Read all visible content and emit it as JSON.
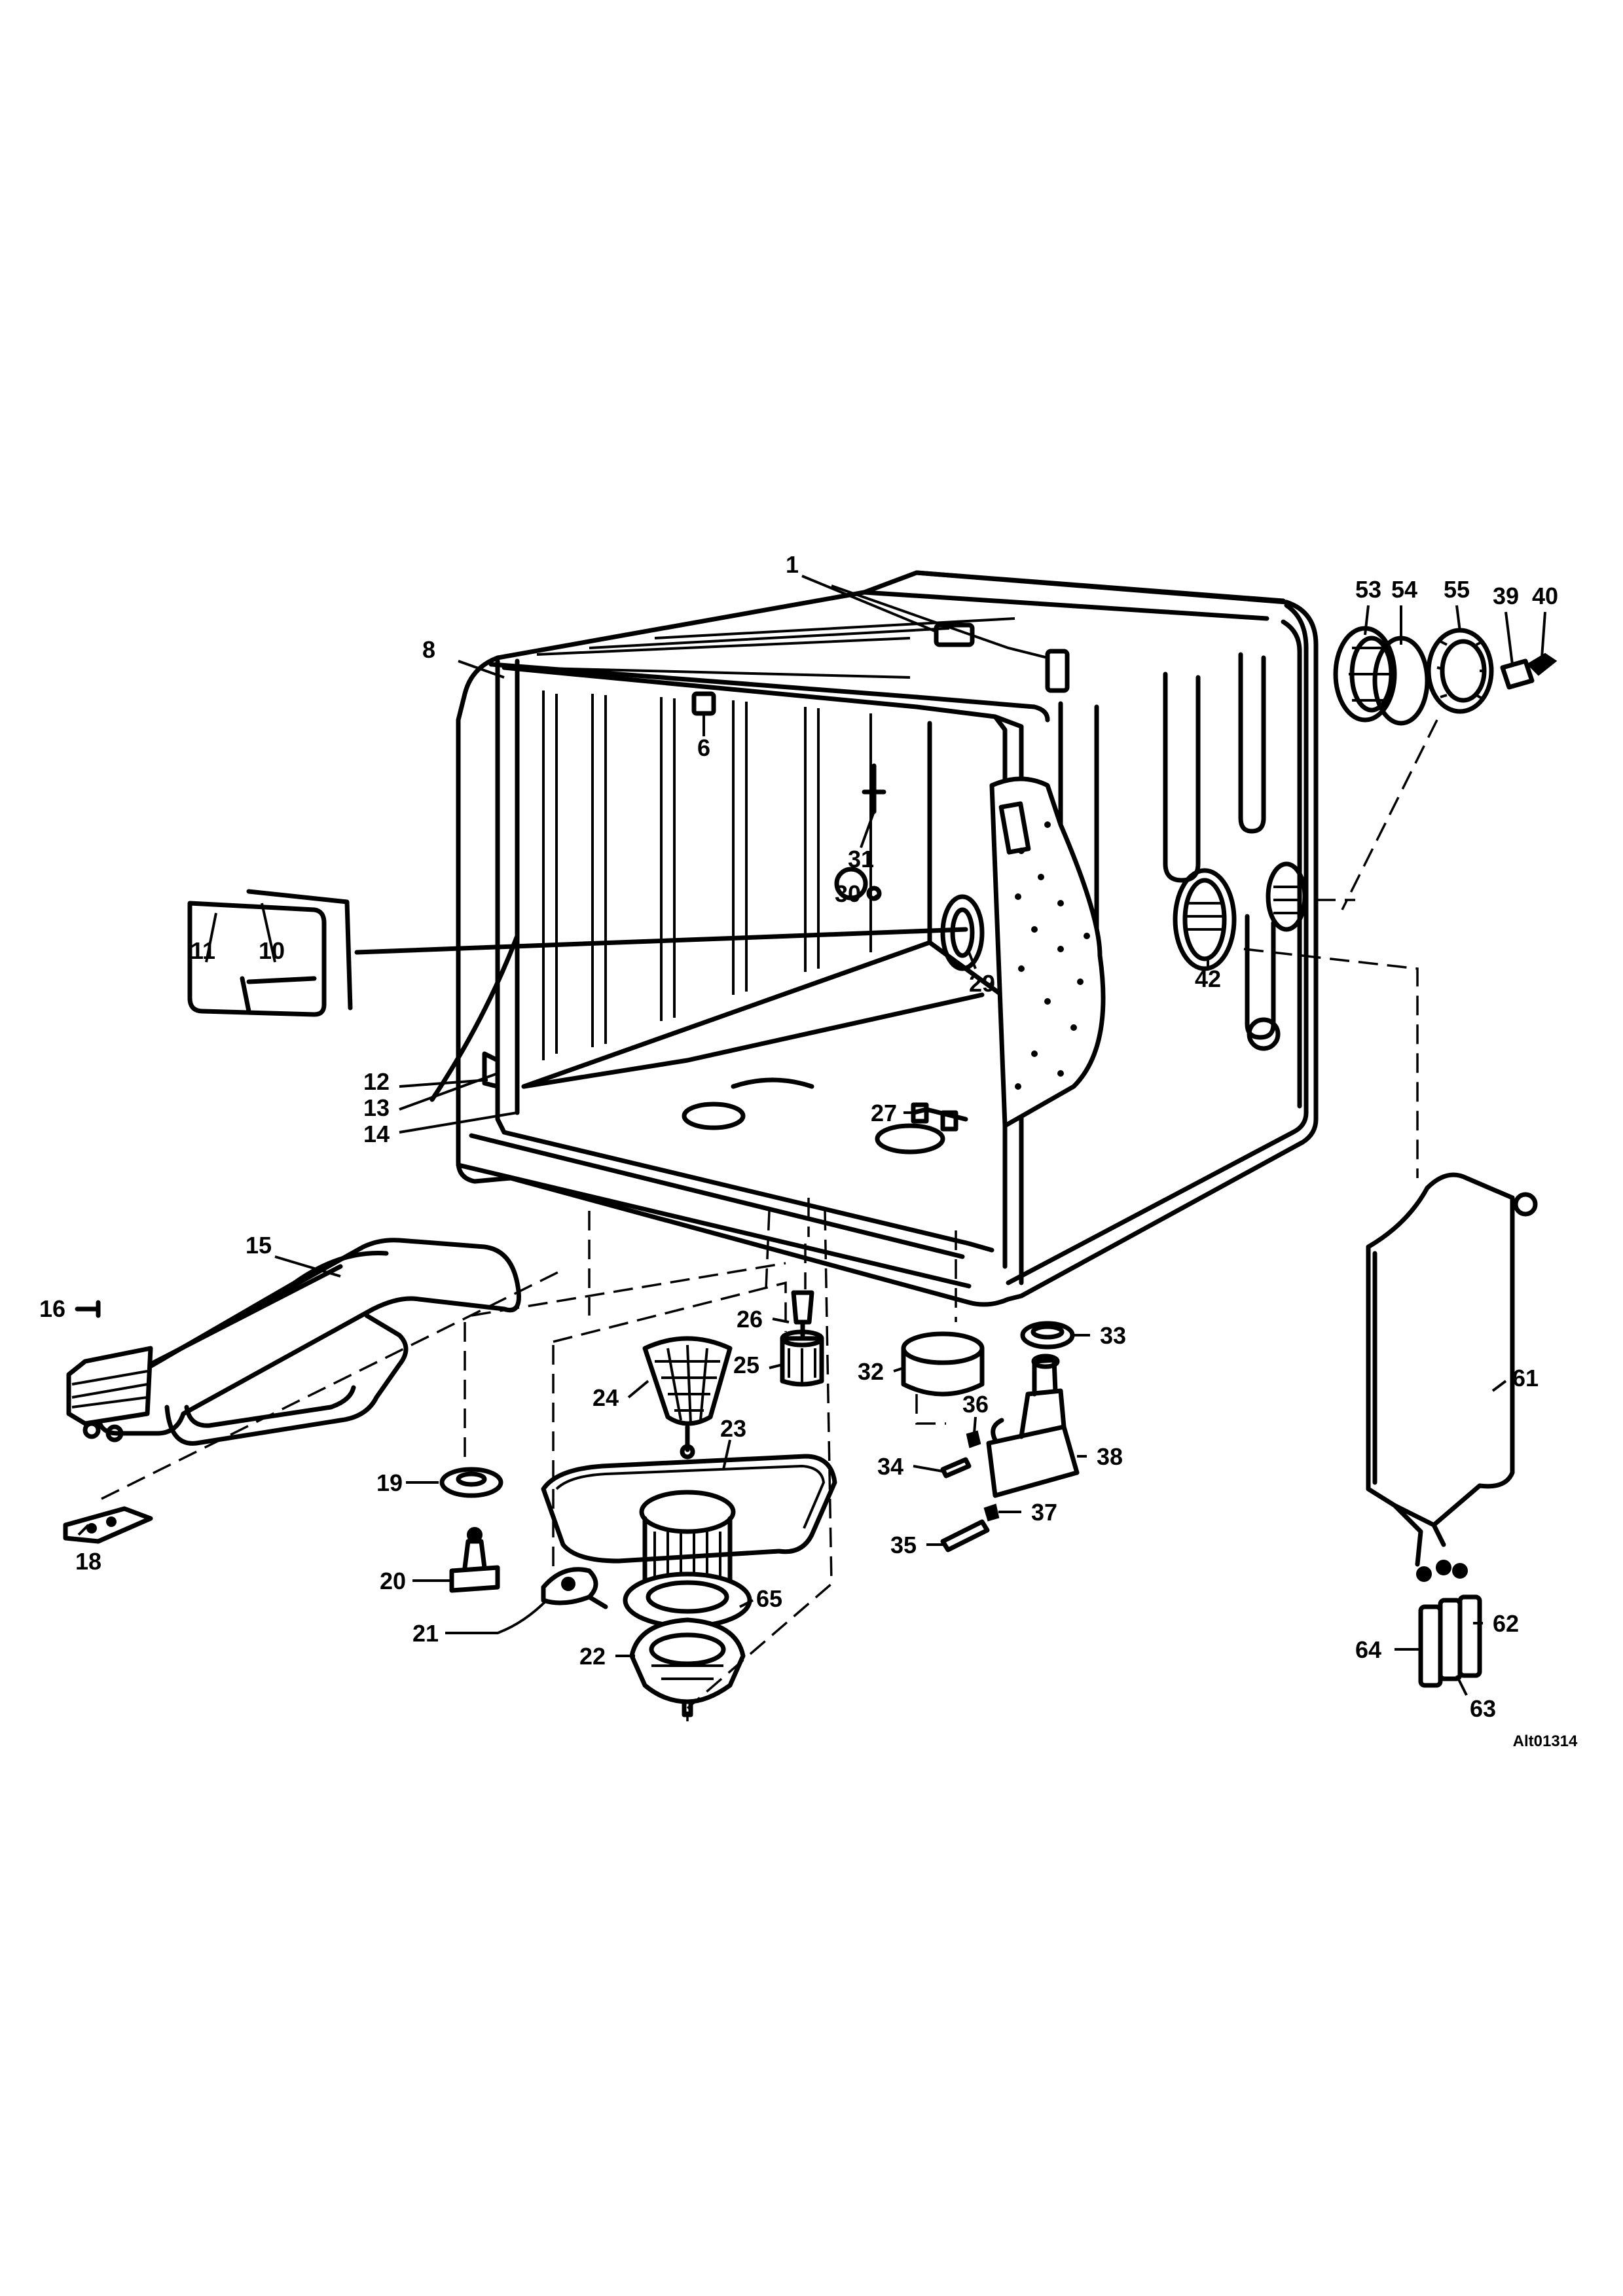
{
  "diagram": {
    "reference_code": "Alt01314",
    "callouts": [
      "1",
      "6",
      "8",
      "10",
      "11",
      "12",
      "13",
      "14",
      "15",
      "16",
      "18",
      "19",
      "20",
      "21",
      "22",
      "23",
      "24",
      "25",
      "26",
      "27",
      "29",
      "30",
      "31",
      "32",
      "33",
      "34",
      "35",
      "36",
      "37",
      "38",
      "39",
      "40",
      "42",
      "53",
      "54",
      "55",
      "61",
      "62",
      "63",
      "64",
      "65"
    ]
  }
}
